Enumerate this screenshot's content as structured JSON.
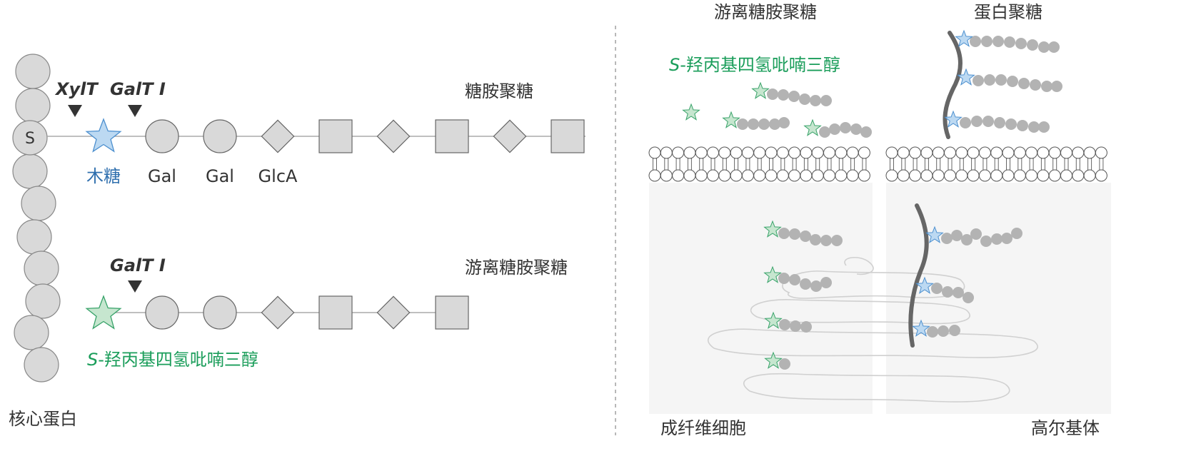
{
  "core_protein": {
    "label": "核心蛋白",
    "serine_label": "S"
  },
  "proteoglycan_chain": {
    "title": "糖胺聚糖",
    "enzymes": [
      "XylT",
      "GalT I"
    ],
    "residues": [
      {
        "shape": "star",
        "color": "#bcd9f2",
        "label": "木糖"
      },
      {
        "shape": "circle",
        "color": "#d9d9d9",
        "label": "Gal"
      },
      {
        "shape": "circle",
        "color": "#d9d9d9",
        "label": "Gal"
      },
      {
        "shape": "diamond",
        "color": "#d9d9d9",
        "label": "GlcA"
      },
      {
        "shape": "square",
        "color": "#d9d9d9",
        "label": ""
      },
      {
        "shape": "diamond",
        "color": "#d9d9d9",
        "label": ""
      },
      {
        "shape": "square",
        "color": "#d9d9d9",
        "label": ""
      },
      {
        "shape": "diamond",
        "color": "#d9d9d9",
        "label": ""
      },
      {
        "shape": "square",
        "color": "#d9d9d9",
        "label": ""
      }
    ]
  },
  "free_chain": {
    "title": "游离糖胺聚糖",
    "enzyme": "GalT I",
    "primer_italic": "S",
    "primer_rest": "-羟丙基四氢吡喃三醇",
    "residues": [
      "star",
      "circle",
      "circle",
      "diamond",
      "square",
      "diamond",
      "square"
    ]
  },
  "right_panel": {
    "free_gag_title": "游离糖胺聚糖",
    "proteoglycan_title": "蛋白聚糖",
    "primer_italic": "S",
    "primer_rest": "-羟丙基四氢吡喃三醇",
    "fibroblast_label": "成纤维细胞",
    "golgi_label": "高尔基体"
  },
  "colors": {
    "xylose_blue": "#bcd9f2",
    "primer_green": "#c6e6cf",
    "residue_gray": "#d9d9d9",
    "chain_gray": "#b3b3b3",
    "green_text": "#1a9d5a",
    "blue_text": "#2f6fae"
  }
}
